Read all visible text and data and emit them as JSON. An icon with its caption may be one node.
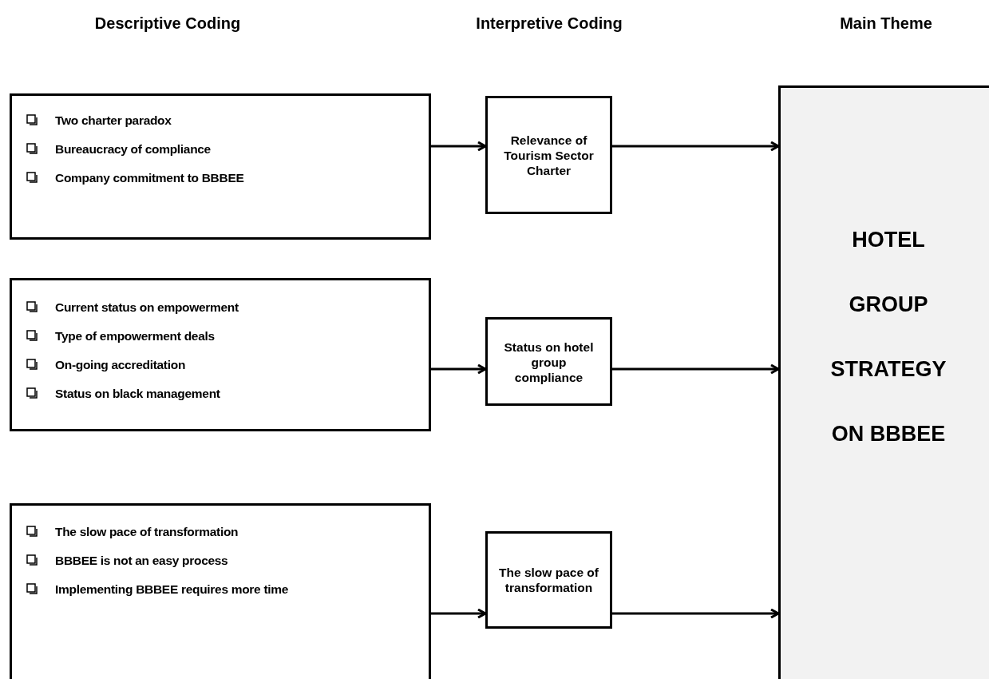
{
  "diagram": {
    "nodes": [
      {
        "text": [
          "Two charter paradox",
          "Bureaucracy of compliance",
          "Company commitment to BBBEE"
        ]
      },
      {
        "text": [
          "Relevance of Tourism Sector Charter"
        ]
      },
      {
        "text": [
          "Current status on empowerment",
          "Type of empowerment deals",
          "On-going accreditation",
          "Status on black management"
        ]
      },
      {
        "text": [
          "Status on hotel group compliance"
        ]
      },
      {
        "text": [
          "The slow pace of transformation",
          "BBBEE is not an easy process",
          "Implementing BBBEE requires more time"
        ]
      },
      {
        "text": [
          "The slow pace of transformation"
        ]
      },
      {
        "text": [
          "HOTEL GROUP STRATEGY ON BBBEE"
        ]
      }
    ],
    "edges": [
      {
        "from": 0,
        "to": 1,
        "arrow": "to"
      },
      {
        "from": 1,
        "to": 6,
        "arrow": "to"
      },
      {
        "from": 2,
        "to": 3,
        "arrow": "to"
      },
      {
        "from": 3,
        "to": 6,
        "arrow": "to"
      },
      {
        "from": 4,
        "to": 5,
        "arrow": "to"
      },
      {
        "from": 5,
        "to": 6,
        "arrow": "to"
      }
    ],
    "labels": [
      "Descriptive Coding",
      "Interpretive Coding",
      "Main Theme"
    ]
  }
}
